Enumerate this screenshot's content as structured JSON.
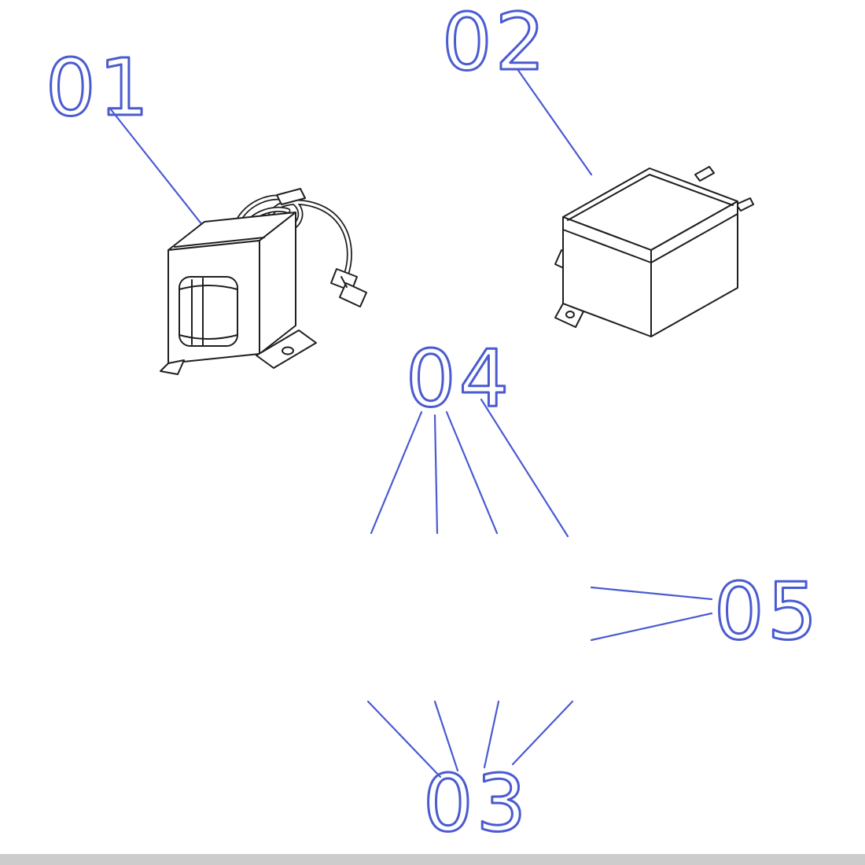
{
  "colors": {
    "callout": "#4a5bd0",
    "part_line": "#1f1f1f",
    "footer_bar": "#cccccc"
  },
  "callouts": {
    "c01": {
      "label": "01"
    },
    "c02": {
      "label": "02"
    },
    "c03": {
      "label": "03"
    },
    "c04": {
      "label": "04"
    },
    "c05": {
      "label": "05"
    }
  }
}
